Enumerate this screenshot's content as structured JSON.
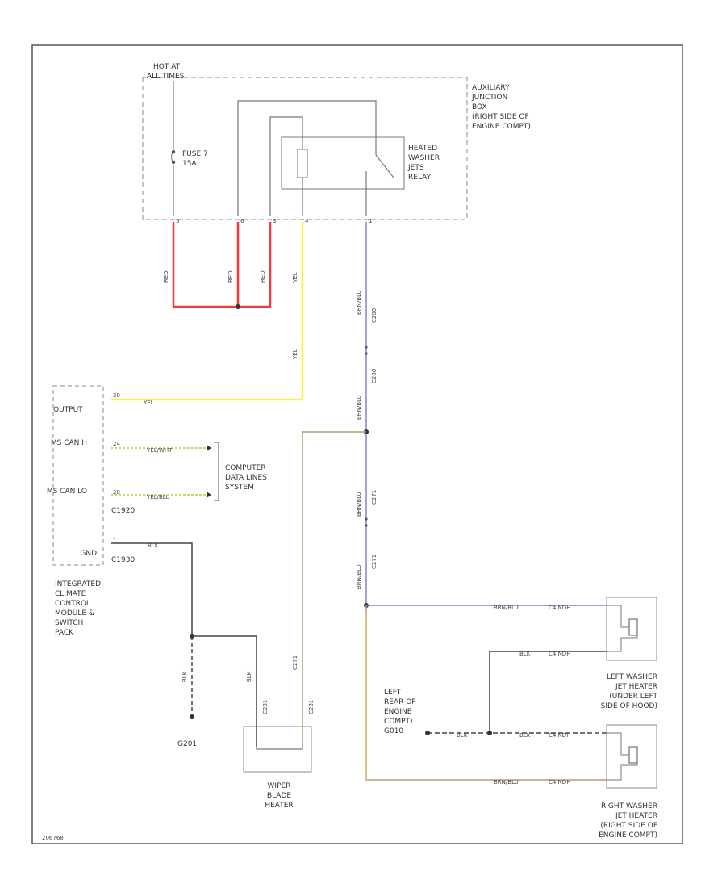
{
  "power": {
    "line1": "HOT AT",
    "line2": "ALL TIMES"
  },
  "fuse": {
    "line1": "FUSE 7",
    "line2": "15A"
  },
  "ajb": {
    "lines": [
      "AUXILIARY",
      "JUNCTION",
      "BOX",
      "(RIGHT SIDE OF",
      "ENGINE COMPT)"
    ]
  },
  "relay": {
    "lines": [
      "HEATED",
      "WASHER",
      "JETS",
      "RELAY"
    ]
  },
  "ajb_pins": [
    "5",
    "6",
    "3",
    "4",
    "1"
  ],
  "wires": {
    "red1": "RED",
    "red2": "RED",
    "red3": "RED",
    "yel1": "YEL",
    "yel2": "YEL",
    "yel3": "YEL",
    "brn1": "BRN/BLU",
    "brn2": "BRN/BLU",
    "brn3": "BRN/BLU",
    "brn4": "BRN/BLU",
    "yel_wht": "YEL/WHT",
    "yel_blu": "YEL/BLU",
    "blk1": "BLK",
    "blk2": "BLK",
    "blk3": "BLK",
    "blk4": "BLK",
    "brn_right": "BRN/BLU",
    "brn_right2": "BRN/BLU",
    "blk_right1": "BLK",
    "blk_right2": "BLK"
  },
  "connectors": {
    "c1": "C200",
    "c2": "C200",
    "c3": "C271",
    "c4": "C271",
    "c5": "C271",
    "c6": "C281",
    "c7": "C281",
    "hood1": "C4 NDH",
    "hood2": "C4 NDH",
    "hood3": "C4 NDH",
    "hood4": "C4 NDH"
  },
  "module": {
    "pins": [
      "OUTPUT",
      "MS CAN H",
      "MS CAN LO",
      "GND"
    ],
    "pin_nums": [
      "30",
      "24",
      "28",
      "1"
    ],
    "conn1": "C1920",
    "conn2": "C1930",
    "name_lines": [
      "INTEGRATED",
      "CLIMATE",
      "CONTROL",
      "MODULE &",
      "SWITCH",
      "PACK"
    ]
  },
  "computer": {
    "lines": [
      "COMPUTER",
      "DATA LINES",
      "SYSTEM"
    ]
  },
  "ground_g": "G201",
  "wiper": {
    "lines": [
      "WIPER",
      "BLADE",
      "HEATER"
    ]
  },
  "left_rear": {
    "lines": [
      "LEFT",
      "REAR OF",
      "ENGINE",
      "COMPT)",
      "G010"
    ]
  },
  "left_jet": {
    "lines": [
      "LEFT WASHER",
      "JET HEATER",
      "(UNDER LEFT",
      "SIDE OF HOOD)"
    ]
  },
  "right_jet": {
    "lines": [
      "RIGHT WASHER",
      "JET HEATER",
      "(RIGHT SIDE OF",
      "ENGINE COMPT)"
    ]
  },
  "footer": "206768",
  "colors": {
    "red": "#ef3b3b",
    "yellow": "#f2f24a",
    "yellowgreen": "#c8d96a",
    "purple": "#8a80c8",
    "brown": "#b59a7a",
    "black": "#444444"
  }
}
